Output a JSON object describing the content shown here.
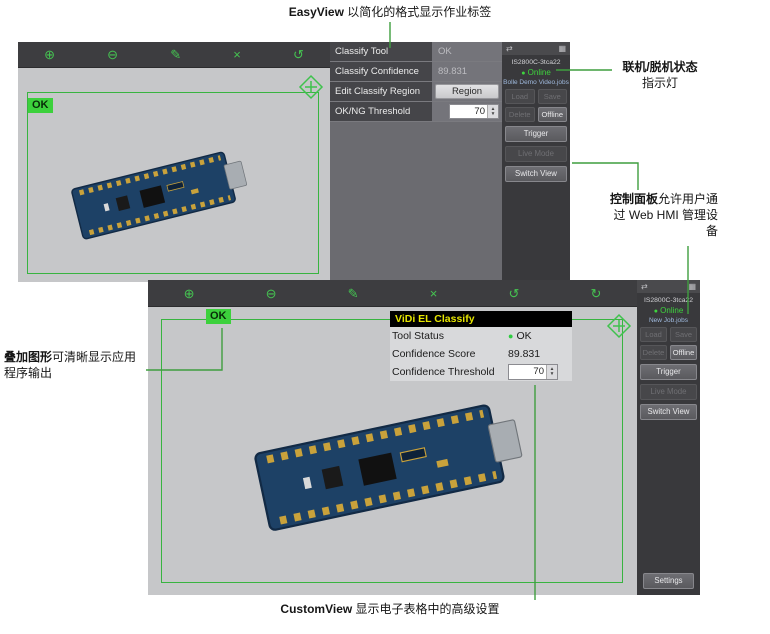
{
  "colors": {
    "annotation_green": "#3f9e3f",
    "toolbar_icon_green": "#45c351",
    "ok_badge_green": "#3cd13c",
    "online_green": "#3ed43e",
    "region_border_green": "#38b440",
    "overlay_title_bg": "#000000",
    "overlay_title_text": "#e6e600",
    "status_dot_green": "#2ecc40"
  },
  "annotations": {
    "easyview": {
      "bold": "EasyView",
      "rest": " 以简化的格式显示作业标签"
    },
    "online": {
      "bold": "联机/脱机状态",
      "rest": "指示灯"
    },
    "control_panel": {
      "bold": "控制面板",
      "rest": "允许用户通过 Web HMI 管理设备"
    },
    "overlay_graphics": {
      "bold": "叠加图形",
      "rest": "可清晰显示应用程序输出"
    },
    "customview": {
      "bold": "CustomView",
      "rest": " 显示电子表格中的高级设置"
    }
  },
  "icons": {
    "spinner_up": "▲",
    "spinner_down": "▼",
    "green_dot": "●",
    "collapse_arrows": "⇄",
    "grid_view": "▦"
  },
  "easyview_window": {
    "toolbar": {
      "icons": [
        {
          "name": "zoom-in",
          "glyph": "⊕"
        },
        {
          "name": "zoom-out",
          "glyph": "⊖"
        },
        {
          "name": "line-tool",
          "glyph": "✎"
        },
        {
          "name": "pan-tool",
          "glyph": "×"
        },
        {
          "name": "rotate-ccw",
          "glyph": "↺"
        }
      ]
    },
    "ok_badge": "OK",
    "classify_panel": {
      "rows": [
        {
          "label": "Classify Tool",
          "value": "OK"
        },
        {
          "label": "Classify Confidence",
          "value": "89.831"
        },
        {
          "label": "Edit Classify Region",
          "button": "Region"
        },
        {
          "label": "OK/NG Threshold",
          "value": "70"
        }
      ]
    },
    "control_panel": {
      "device": "IS2800C-3tca22",
      "status": "Online",
      "job": "Bolle Demo Video.jobs",
      "buttons": {
        "load": "Load",
        "save": "Save",
        "delete": "Delete",
        "offline": "Offline",
        "trigger": "Trigger",
        "live_mode": "Live Mode",
        "switch_view": "Switch View"
      }
    }
  },
  "customview_window": {
    "toolbar": {
      "icons": [
        {
          "name": "zoom-in",
          "glyph": "⊕"
        },
        {
          "name": "zoom-out",
          "glyph": "⊖"
        },
        {
          "name": "line-tool",
          "glyph": "✎"
        },
        {
          "name": "pan-tool",
          "glyph": "×"
        },
        {
          "name": "rotate-ccw",
          "glyph": "↺"
        },
        {
          "name": "rotate-cw",
          "glyph": "↻"
        }
      ]
    },
    "ok_badge": "OK",
    "overlay": {
      "title": "ViDi EL Classify",
      "tool_status_label": "Tool Status",
      "tool_status_value": "OK",
      "confidence_label": "Confidence Score",
      "confidence_value": "89.831",
      "threshold_label": "Confidence Threshold",
      "threshold_value": "70"
    },
    "control_panel": {
      "device": "IS2800C-3tca22",
      "status": "Online",
      "job": "New Job.jobs",
      "buttons": {
        "load": "Load",
        "save": "Save",
        "delete": "Delete",
        "offline": "Offline",
        "trigger": "Trigger",
        "live_mode": "Live Mode",
        "switch_view": "Switch View",
        "settings": "Settings"
      }
    }
  }
}
